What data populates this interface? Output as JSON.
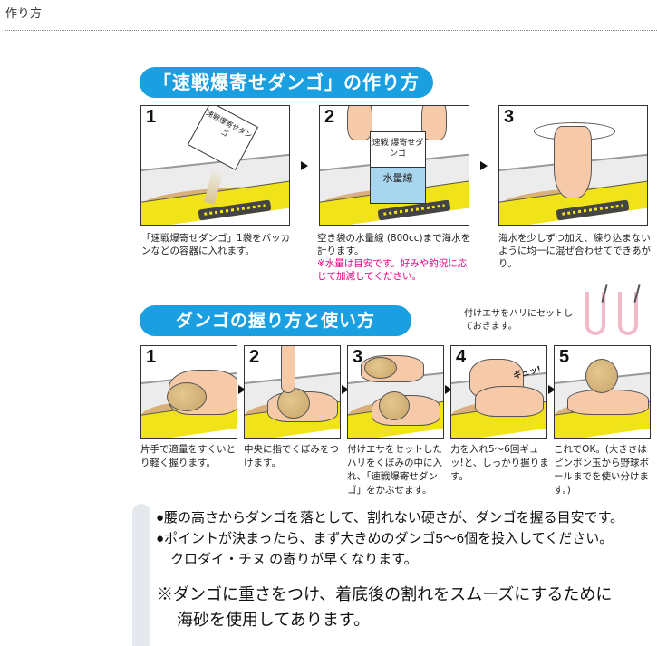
{
  "page": {
    "title": "作り方"
  },
  "section1": {
    "heading": "「速戦爆寄せダンゴ」の作り方",
    "steps": [
      {
        "number": "1",
        "bag_text": "速戦爆寄せダンゴ",
        "caption": "「速戦爆寄せダンゴ」1袋をバッカンなどの容器に入れます。"
      },
      {
        "number": "2",
        "bag_text": "速戦 爆寄せダンゴ",
        "water_label": "水量線",
        "caption": "空き袋の水量線 (800cc)まで海水を計ります。",
        "note": "※水量は目安です。好みや釣況に応じて加減してください。"
      },
      {
        "number": "3",
        "caption": "海水を少しずつ加え、練り込まないように均一に混ぜ合わせてできあがり。"
      }
    ]
  },
  "section2": {
    "heading": "ダンゴの握り方と使い方",
    "bait_hint": "付けエサをハリにセットしておきます。",
    "steps": [
      {
        "number": "1",
        "caption": "片手で適量をすくいとり軽く握ります。"
      },
      {
        "number": "2",
        "caption": "中央に指でくぼみをつけます。"
      },
      {
        "number": "3",
        "caption": "付けエサをセットしたハリをくぼみの中に入れ、「速戦爆寄せダンゴ」をかぶせます。"
      },
      {
        "number": "4",
        "sound": "ギュッ!",
        "caption": "力を入れ5〜6回ギュッ!と、しっかり握ります。"
      },
      {
        "number": "5",
        "caption": "これでOK。(大きさはピンポン玉から野球ボールまでを使い分けます。)"
      }
    ]
  },
  "notes": {
    "bullet1": "●腰の高さからダンゴを落として、割れない硬さが、ダンゴを握る目安です。",
    "bullet2": "●ポイントが決まったら、まず大きめのダンゴ5〜6個を投入してください。",
    "bullet2_cont": "クロダイ・チヌ  の寄りが早くなります。",
    "footnote_line1": "※ダンゴに重さをつけ、着底後の割れをスムーズにするために",
    "footnote_line2": "海砂を使用してあります。"
  },
  "colors": {
    "heading_pill": "#1a9fe0",
    "note_pink": "#e4007f",
    "tray_yellow": "#f1e319",
    "dough": "#d9b07a",
    "water_blue": "#a9d6ef",
    "side_bar": "#e5e9ee"
  }
}
